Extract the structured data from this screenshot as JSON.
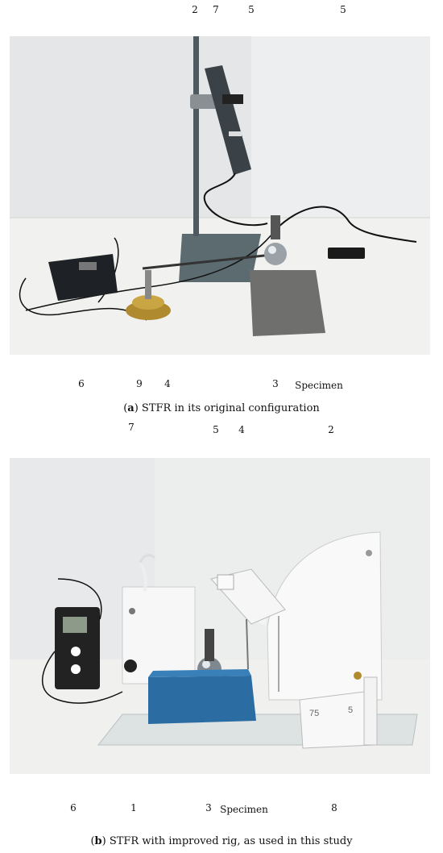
{
  "panel_a": {
    "top_labels": [
      "2",
      "7",
      "5",
      "5"
    ],
    "bottom_labels": [
      "6",
      "9",
      "4",
      "3",
      "Specimen"
    ],
    "caption_letter": "a",
    "caption_text": " STFR in its original configuration"
  },
  "panel_b": {
    "top_labels": [
      "7",
      "5",
      "4",
      "2"
    ],
    "bottom_labels": [
      "6",
      "1",
      "3",
      "Specimen",
      "8"
    ],
    "scale_marks": [
      "75",
      "5"
    ],
    "caption_letter": "b",
    "caption_text": " STFR with improved rig, as used in this study"
  }
}
